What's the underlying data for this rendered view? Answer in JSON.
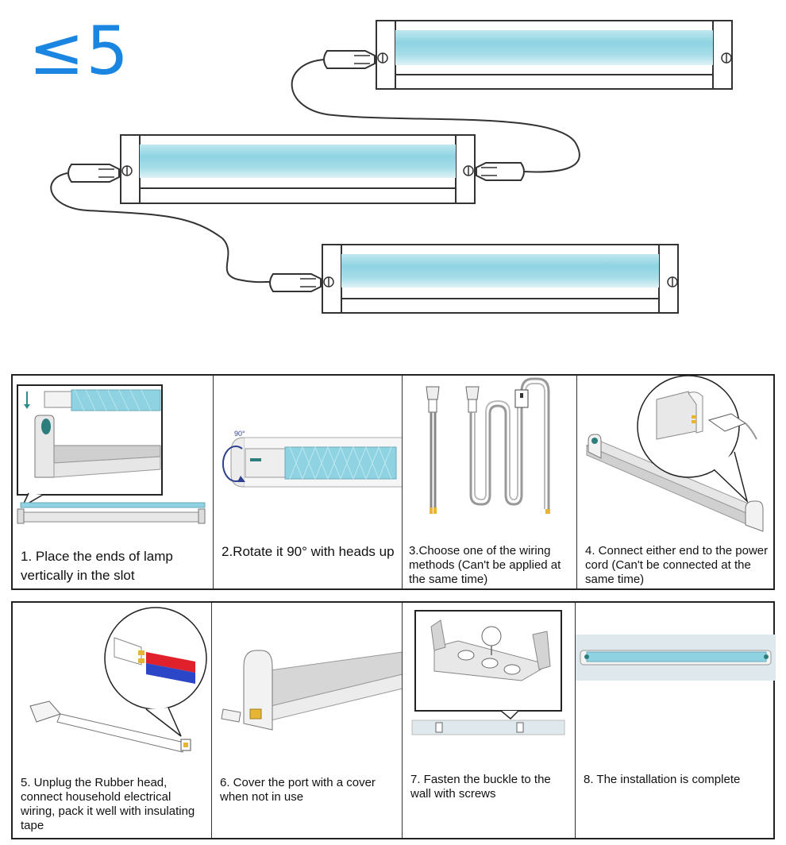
{
  "header": {
    "max_count": "≤5"
  },
  "steps": [
    {
      "text": "1. Place the ends of lamp vertically in the slot"
    },
    {
      "text": "2.Rotate it 90° with heads up",
      "angle_label": "90°"
    },
    {
      "text": "3.Choose one of the wiring methods (Can't be applied at the same time)"
    },
    {
      "text": "4. Connect either end to the power cord (Can't be connected at the same time)"
    },
    {
      "text": "5. Unplug the Rubber head, connect household electrical wiring, pack it well with insulating tape"
    },
    {
      "text": "6. Cover the port with a cover when not in use"
    },
    {
      "text": "7. Fasten the buckle to the wall with screws"
    },
    {
      "text": "8. The installation is complete"
    }
  ],
  "colors": {
    "accent": "#1a86e2",
    "tube": "#9fdae6",
    "tube_light": "#d8f1f6",
    "wire": "#333333",
    "red": "#e0202a",
    "blue": "#2b47c8",
    "gold": "#e5b533"
  }
}
